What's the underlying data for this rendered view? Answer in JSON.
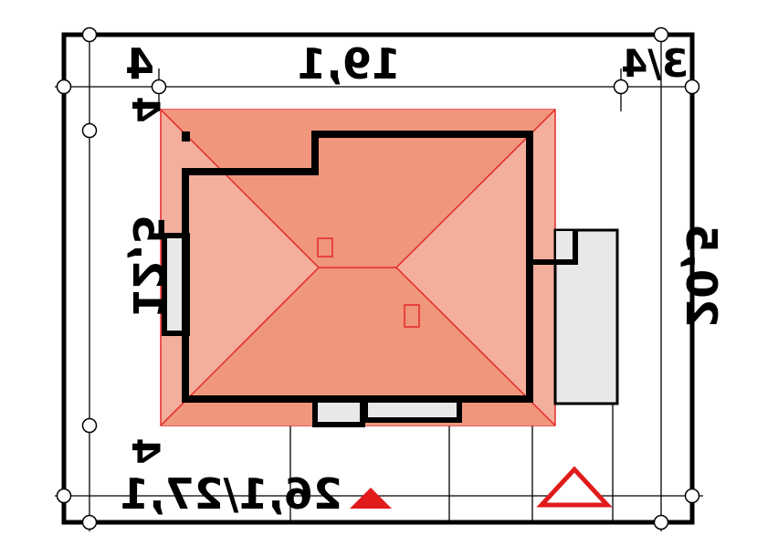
{
  "plan": {
    "dimensions": {
      "top_left": "4",
      "top_total": "19,1",
      "top_right": "3/4",
      "left_top": "4",
      "left_height": "12,5",
      "left_bottom": "4",
      "right_height": "20,5",
      "bottom_total": "26,1/27,1"
    },
    "colors": {
      "roof_light": "#f4ae9c",
      "roof_mid": "#ef967c",
      "roof_line": "#e32929",
      "wall": "#000000",
      "annex": "#e8e8e8",
      "marker_fill": "#e11b1b",
      "marker_outline": "#e11b1b"
    },
    "icons": [
      "filled-triangle-marker",
      "outline-triangle-marker"
    ]
  }
}
